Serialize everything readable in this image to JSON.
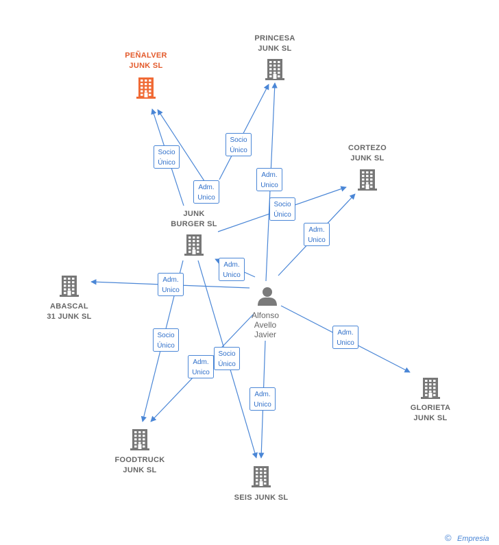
{
  "colors": {
    "edge": "#4a86d6",
    "company": "#777777",
    "highlight": "#f06a35",
    "person": "#7a7a7a"
  },
  "person": {
    "id": "alfonso",
    "lines": [
      "Alfonso",
      "Avello",
      "Javier"
    ],
    "icon": "person-icon"
  },
  "companies": [
    {
      "id": "penalver",
      "lines": [
        "PEÑALVER",
        "JUNK  SL"
      ],
      "highlight": true,
      "icon": "building-icon"
    },
    {
      "id": "princesa",
      "lines": [
        "PRINCESA",
        "JUNK  SL"
      ],
      "highlight": false,
      "icon": "building-icon"
    },
    {
      "id": "cortezo",
      "lines": [
        "CORTEZO",
        "JUNK  SL"
      ],
      "highlight": false,
      "icon": "building-icon"
    },
    {
      "id": "junkburger",
      "lines": [
        "JUNK",
        "BURGER  SL"
      ],
      "highlight": false,
      "icon": "building-icon"
    },
    {
      "id": "abascal",
      "lines": [
        "ABASCAL",
        "31 JUNK  SL"
      ],
      "highlight": false,
      "icon": "building-icon"
    },
    {
      "id": "glorieta",
      "lines": [
        "GLORIETA",
        "JUNK  SL"
      ],
      "highlight": false,
      "icon": "building-icon"
    },
    {
      "id": "foodtruck",
      "lines": [
        "FOODTRUCK",
        "JUNK  SL"
      ],
      "highlight": false,
      "icon": "building-icon"
    },
    {
      "id": "seis",
      "lines": [
        "SEIS JUNK  SL"
      ],
      "highlight": false,
      "icon": "building-icon"
    }
  ],
  "edges": [
    {
      "id": "e1",
      "from": "junkburger",
      "to": "penalver",
      "label": [
        "Socio",
        "Único"
      ]
    },
    {
      "id": "e2",
      "from": "alfonso",
      "to": "penalver",
      "label": [
        "Adm.",
        "Unico"
      ]
    },
    {
      "id": "e3",
      "from": "junkburger",
      "to": "princesa",
      "label": [
        "Socio",
        "Único"
      ]
    },
    {
      "id": "e4",
      "from": "alfonso",
      "to": "princesa",
      "label": [
        "Adm.",
        "Unico"
      ]
    },
    {
      "id": "e5",
      "from": "junkburger",
      "to": "cortezo",
      "label": [
        "Socio",
        "Único"
      ]
    },
    {
      "id": "e6",
      "from": "alfonso",
      "to": "cortezo",
      "label": [
        "Adm.",
        "Unico"
      ]
    },
    {
      "id": "e7",
      "from": "alfonso",
      "to": "junkburger",
      "label": [
        "Adm.",
        "Unico"
      ]
    },
    {
      "id": "e8",
      "from": "alfonso",
      "to": "abascal",
      "label": [
        "Adm.",
        "Unico"
      ]
    },
    {
      "id": "e9",
      "from": "alfonso",
      "to": "glorieta",
      "label": [
        "Adm.",
        "Unico"
      ]
    },
    {
      "id": "e10",
      "from": "junkburger",
      "to": "foodtruck",
      "label": [
        "Socio",
        "Único"
      ]
    },
    {
      "id": "e11",
      "from": "alfonso",
      "to": "foodtruck",
      "label": [
        "Adm.",
        "Unico"
      ]
    },
    {
      "id": "e12",
      "from": "junkburger",
      "to": "seis",
      "label": [
        "Socio",
        "Único"
      ]
    },
    {
      "id": "e13",
      "from": "alfonso",
      "to": "seis",
      "label": [
        "Adm.",
        "Unico"
      ]
    }
  ],
  "footer": {
    "copyright": "©",
    "brand": "Empresia"
  }
}
